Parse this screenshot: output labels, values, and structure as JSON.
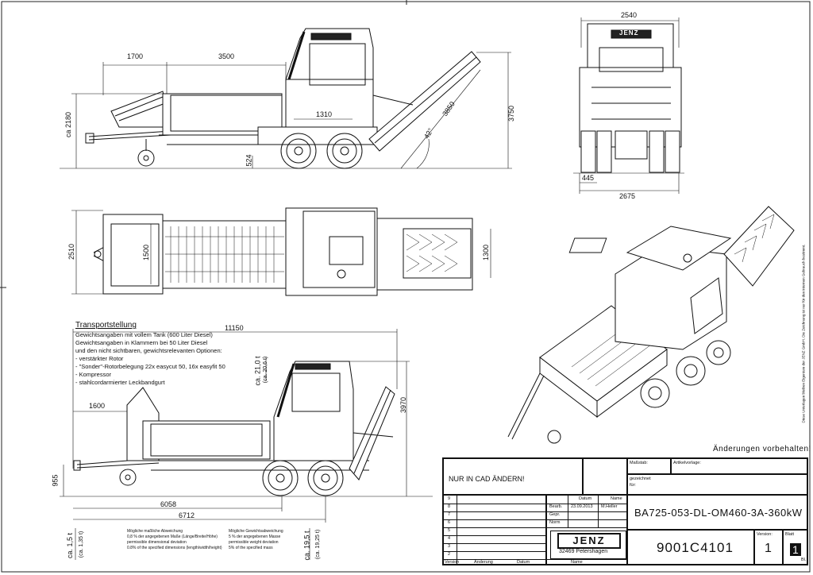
{
  "dimensions": {
    "side_view": {
      "d1700": "1700",
      "d3500": "3500",
      "d1310": "1310",
      "d3850": "3850",
      "d3750": "3750",
      "d2180": "ca 2180",
      "d524": "524",
      "angle": "42°"
    },
    "front_view": {
      "d2540": "2540",
      "d2675": "2675",
      "d445": "445"
    },
    "top_view": {
      "d2510": "2510",
      "d1500": "1500",
      "d1300": "1300"
    },
    "transport_view": {
      "d11150": "11150",
      "d1600": "1600",
      "d6058": "6058",
      "d6712": "6712",
      "d955": "955",
      "d3970": "3970",
      "w21": "ca. 21,0 t",
      "w21b": "(ca. 20,6 t)",
      "w15": "ca. 1,5 t",
      "w15b": "(ca. 1,35 t)",
      "w195": "ca. 19,5 t",
      "w195b": "(ca. 19,25 t)"
    }
  },
  "notes": {
    "title": "Transportstellung",
    "lines": [
      "Gewichtsangaben mit vollem Tank (600 Liter Diesel)",
      "Gewichtsangaben in Klammern bei 50 Liter Diesel",
      "und den nicht sichtbaren, gewichtsrelevanten Optionen:",
      "- verstärkter Rotor",
      "- \"Sonder\"-Rotorbelegung 22x easycut 50, 16x easyfit 50",
      "- Kompressor",
      "- stahlcordarmierter Leckbandgurt"
    ],
    "tolerance_de_1": "Mögliche maßliche Abweichung",
    "tolerance_de_2": "0,8 % der angegebenen Maße (Länge/Breite/Höhe)",
    "tolerance_en_1": "permissible dimensional deviation",
    "tolerance_en_2": "0.8% of the specified dimensions (length/width/height)",
    "weight_de_1": "Mögliche Gewichtsabweichung",
    "weight_de_2": "5 % der angegebenen Masse",
    "weight_en_1": "permissible weight deviation",
    "weight_en_2": "5% of the specified mass"
  },
  "changes_reserved": "Änderungen vorbehalten!",
  "side_note": "Diese Unterlagen bleiben Eigentum der JENZ GmbH. Die Zeichnung ist nur für den internen Gebrauch bestimmt.",
  "title_block": {
    "cad_note": "NUR IN CAD ÄNDERN!",
    "massstab": "Maßstab:",
    "anlage": "Artikelvorlage:",
    "gezeichnet": "gezeichnet",
    "fuer": "für:",
    "datum_head": "Datum",
    "name_head": "Name",
    "rows": [
      {
        "label": "Bearb.",
        "date": "23.09.2013",
        "name": "M.Heller"
      },
      {
        "label": "Gepr.",
        "date": "",
        "name": ""
      },
      {
        "label": "Norm",
        "date": "",
        "name": ""
      }
    ],
    "rev_numbers": [
      "9",
      "8",
      "7",
      "6",
      "5",
      "4",
      "3",
      "2"
    ],
    "footer": [
      "Version",
      "Änderung",
      "Datum",
      "Name"
    ],
    "drawing_title": "BA725-053-DL-OM460-3A-360kW",
    "company": "JENZ",
    "address": "32469 Petershagen",
    "drawing_number": "9001C4101",
    "version_label": "Version:",
    "version": "1",
    "sheet_label": "Blatt",
    "sheet": "1",
    "sheet_suffix": "Bl."
  },
  "front_logo": "JENZ"
}
